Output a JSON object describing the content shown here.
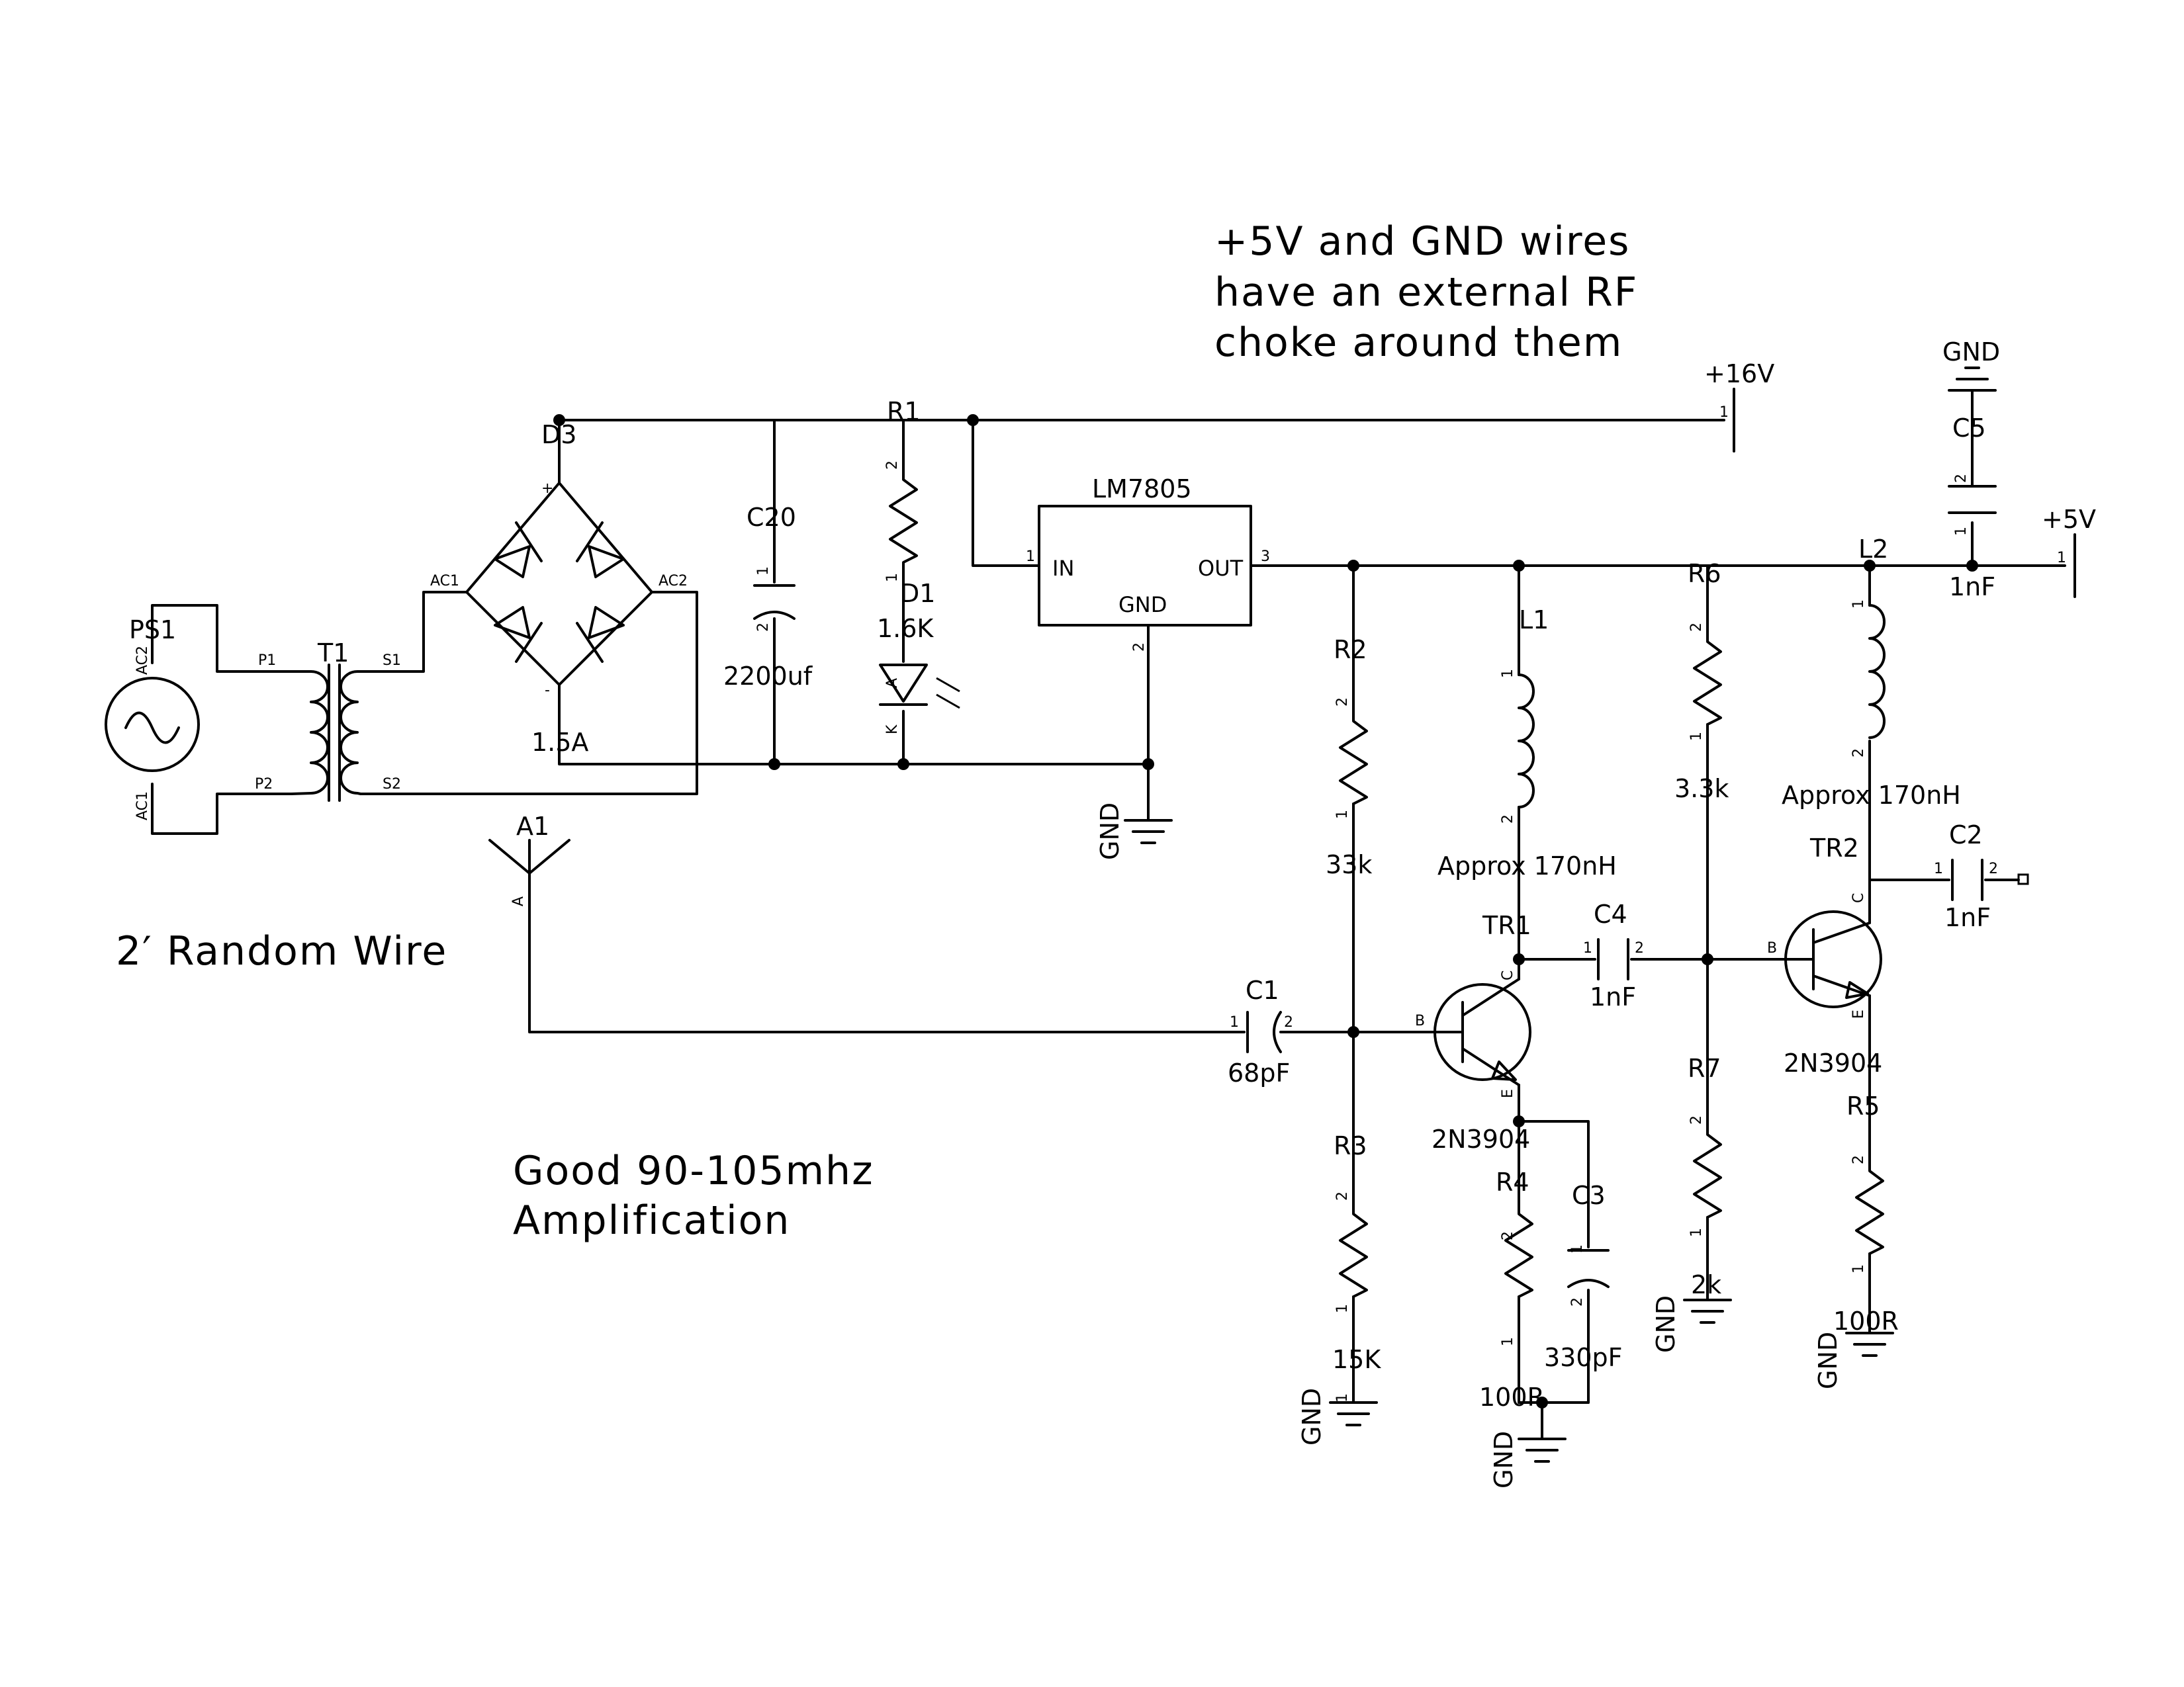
{
  "notes": {
    "rf_choke_line1": "+5V and GND wires",
    "rf_choke_line2": "have an external RF",
    "rf_choke_line3": "choke around them",
    "random_wire": "2′ Random Wire",
    "good_line1": "Good 90-105mhz",
    "good_line2": "Amplification"
  },
  "rails": {
    "plus16": "+16V",
    "plus5": "+5V"
  },
  "gnd_label": "GND",
  "components": {
    "ps1": {
      "ref": "PS1",
      "pin_top": "AC2",
      "pin_bottom": "AC1"
    },
    "t1": {
      "ref": "T1",
      "p1": "P1",
      "p2": "P2",
      "s1": "S1",
      "s2": "S2"
    },
    "d3": {
      "ref": "D3",
      "value": "1.5A",
      "ac1": "AC1",
      "ac2": "AC2",
      "plus": "+",
      "minus": "-"
    },
    "c20": {
      "ref": "C20",
      "value": "2200uf"
    },
    "r1": {
      "ref": "R1",
      "value": "1.6K"
    },
    "d1": {
      "ref": "D1",
      "pin_a": "A",
      "pin_k": "K"
    },
    "u1": {
      "ref": "LM7805",
      "in": "IN",
      "out": "OUT",
      "gnd": "GND"
    },
    "r2": {
      "ref": "R2",
      "value": "33k"
    },
    "r3": {
      "ref": "R3",
      "value": "15K"
    },
    "r4": {
      "ref": "R4",
      "value": "100R"
    },
    "r5": {
      "ref": "R5",
      "value": "100R"
    },
    "r6": {
      "ref": "R6",
      "value": "3.3k"
    },
    "r7": {
      "ref": "R7",
      "value": "2k"
    },
    "c1": {
      "ref": "C1",
      "value": "68pF"
    },
    "c2": {
      "ref": "C2",
      "value": "1nF"
    },
    "c3": {
      "ref": "C3",
      "value": "330pF"
    },
    "c4": {
      "ref": "C4",
      "value": "1nF"
    },
    "c5": {
      "ref": "C5",
      "value": "1nF"
    },
    "l1": {
      "ref": "L1",
      "value": "Approx 170nH"
    },
    "l2": {
      "ref": "L2",
      "value": "Approx 170nH"
    },
    "tr1": {
      "ref": "TR1",
      "value": "2N3904"
    },
    "tr2": {
      "ref": "TR2",
      "value": "2N3904"
    },
    "a1": {
      "ref": "A1",
      "pin": "A"
    }
  },
  "pins": {
    "p1": "1",
    "p2": "2",
    "p3": "3",
    "b": "B",
    "c": "C",
    "e": "E"
  }
}
